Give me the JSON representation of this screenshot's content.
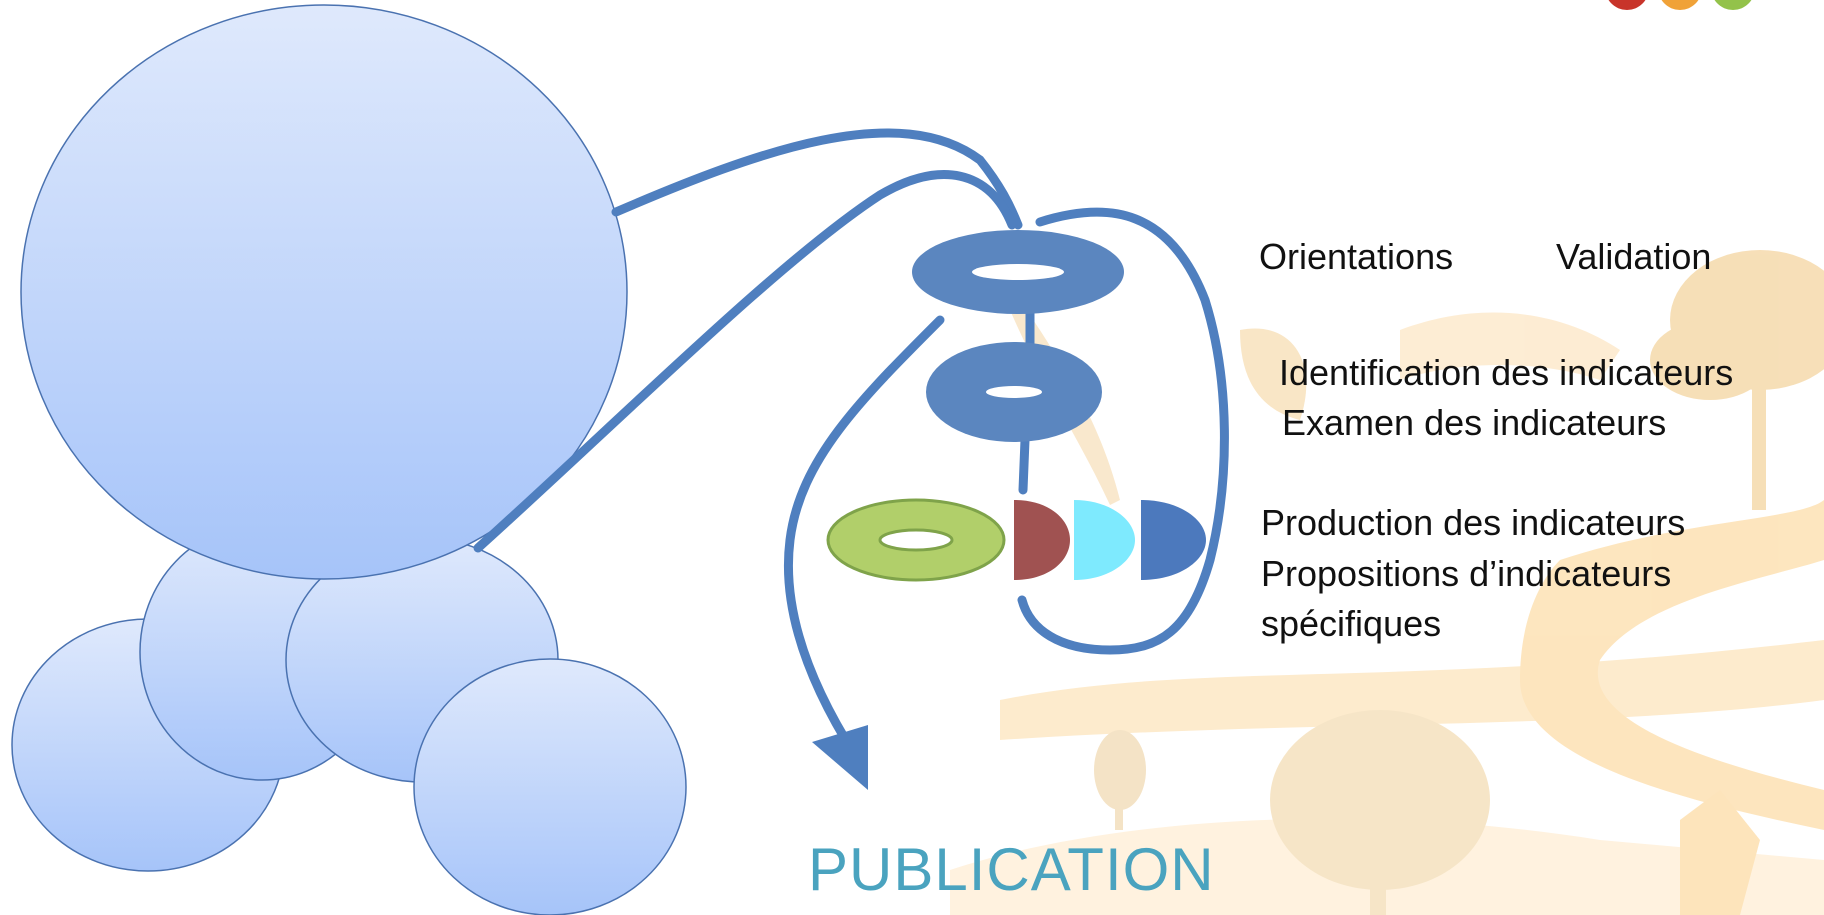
{
  "labels": {
    "orientations": "Orientations",
    "validation": "Validation",
    "identification": "Identification des indicateurs",
    "examen": "Examen des indicateurs",
    "production": "Production des indicateurs",
    "propositions": "Propositions d’indicateurs",
    "specifiques": "spécifiques",
    "publication": "PUBLICATION"
  },
  "colors": {
    "bubble_stroke": "#4a72b0",
    "bubble_top": "#dfe9fc",
    "bubble_bottom": "#a6c4f9",
    "arrow": "#4f7fbf",
    "ring": "#5b86bf",
    "ring_green": "#b1cf6a",
    "ring_green_stroke": "#7fa34a",
    "half_red": "#a05251",
    "half_cyan": "#7eeafe",
    "half_blue": "#4c79bd",
    "publication_text": "#4aa3bf",
    "logo_red": "#c8342a",
    "logo_orange": "#f0a238",
    "logo_green": "#93c24a",
    "background_motif": "#fde8c5"
  }
}
